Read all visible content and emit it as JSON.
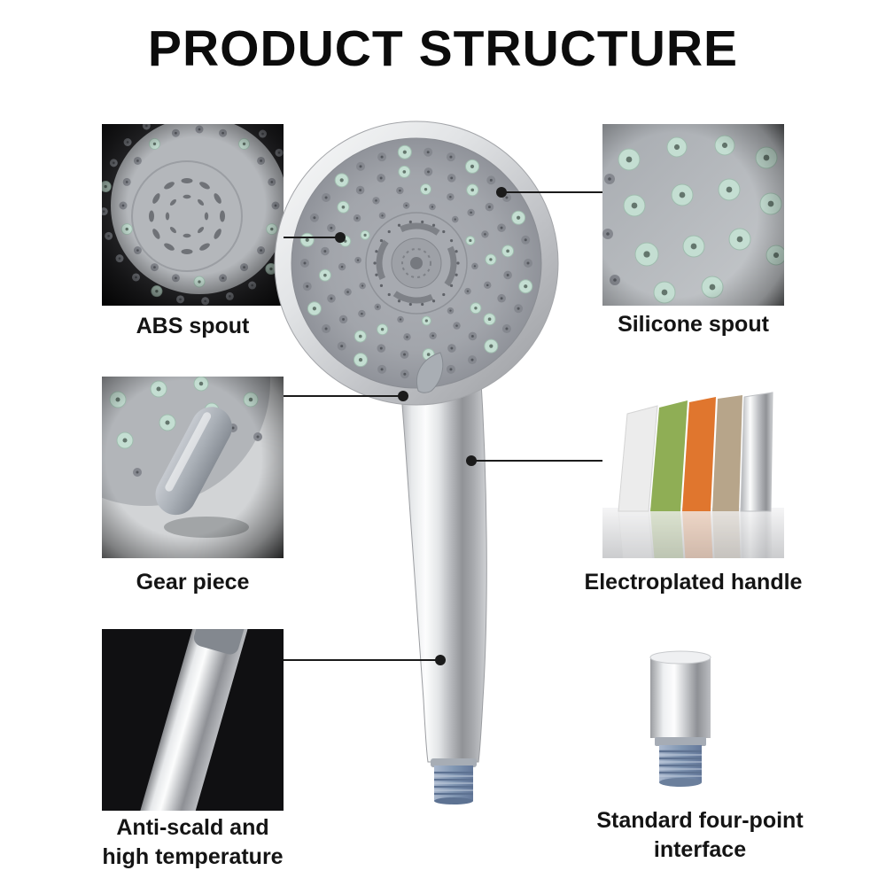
{
  "title": "PRODUCT STRUCTURE",
  "parts": [
    {
      "id": "abs-spout",
      "label": "ABS spout"
    },
    {
      "id": "silicone-spout",
      "label": "Silicone spout"
    },
    {
      "id": "gear-piece",
      "label": "Gear piece"
    },
    {
      "id": "electroplated-handle",
      "label": "Electroplated handle"
    },
    {
      "id": "anti-scald",
      "label": "Anti-scald and\nhigh temperature"
    },
    {
      "id": "four-point-interface",
      "label": "Standard four-point\ninterface"
    }
  ],
  "colors": {
    "mint": "#c4ded2",
    "mint_edge": "#9fbcae",
    "mint_hole": "#64766d",
    "nozzle_gray": "#85888f",
    "nozzle_hole": "#54575d",
    "face_gray": "#a0a3aa",
    "thread_blue": "#7d91ac",
    "strip_green": "#8fae55",
    "strip_orange": "#e0762e",
    "strip_tan": "#b7a58a",
    "callout": "#1b1b1b"
  }
}
